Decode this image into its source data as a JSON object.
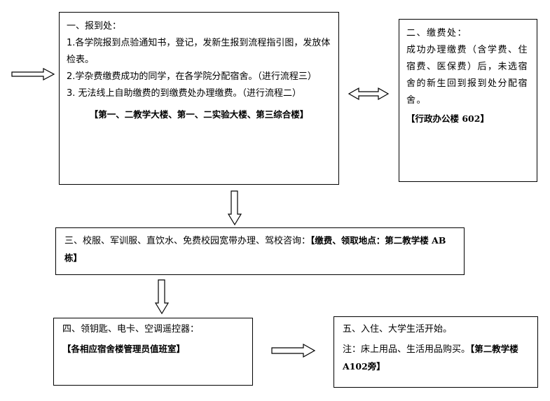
{
  "diagram": {
    "title": "新生报到流程图",
    "steps": {
      "registration": {
        "heading": "一、报到处：",
        "items": [
          "1.各学院报到点验通知书，登记，发新生报到流程指引图，发放体检表。",
          "2.学杂费缴费成功的同学，在各学院分配宿舍。（进行流程三）",
          "3. 无法线上自助缴费的到缴费处办理缴费。（进行流程二）"
        ],
        "location": "【第一、二教学大楼、第一、二实验大楼、第三综合楼】"
      },
      "payment": {
        "heading": "二、缴费处：",
        "body": "成功办理缴费（含学费、住宿费、医保费）后，未选宿舍的新生回到报到处分配宿舍。",
        "location": "【行政办公楼 602】"
      },
      "uniforms": {
        "body": "三、校服、军训服、直饮水、免费校园宽带办理、驾校咨询：",
        "location": "【缴费、领取地点：第二教学楼 AB栋】"
      },
      "keys": {
        "heading": "四、领钥匙、电卡、空调遥控器：",
        "location": "【各相应宿舍楼管理员值班室】"
      },
      "move_in": {
        "heading": "五、入住、大学生活开始。",
        "note": "注：床上用品、生活用品购买。",
        "location": "【第二教学楼 A102旁】"
      }
    },
    "connectors": [
      {
        "from": "start",
        "to": "registration",
        "type": "arrow-right"
      },
      {
        "from": "registration",
        "to": "payment",
        "type": "arrow-double"
      },
      {
        "from": "registration",
        "to": "uniforms",
        "type": "arrow-down"
      },
      {
        "from": "uniforms",
        "to": "keys",
        "type": "arrow-down"
      },
      {
        "from": "keys",
        "to": "move_in",
        "type": "arrow-right"
      }
    ]
  }
}
